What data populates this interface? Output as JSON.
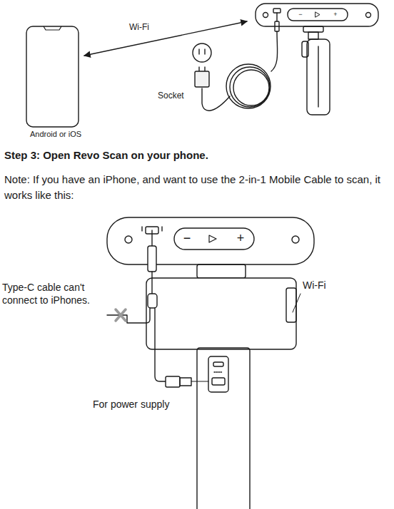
{
  "diagram": {
    "title": "Step 3: Open Revo Scan on your phone.",
    "nodes": [
      {
        "text": [
          "Android or iOS"
        ]
      }
    ],
    "labels": [
      "Wi-Fi",
      "Socket",
      "−",
      "+",
      "Note: If you have an iPhone, and want to use the 2-in-1 Mobile Cable to scan, it works like this:",
      "−",
      "+",
      "Wi-Fi",
      "Type-C cable can't connect to iPhones.",
      "For power supply"
    ]
  }
}
